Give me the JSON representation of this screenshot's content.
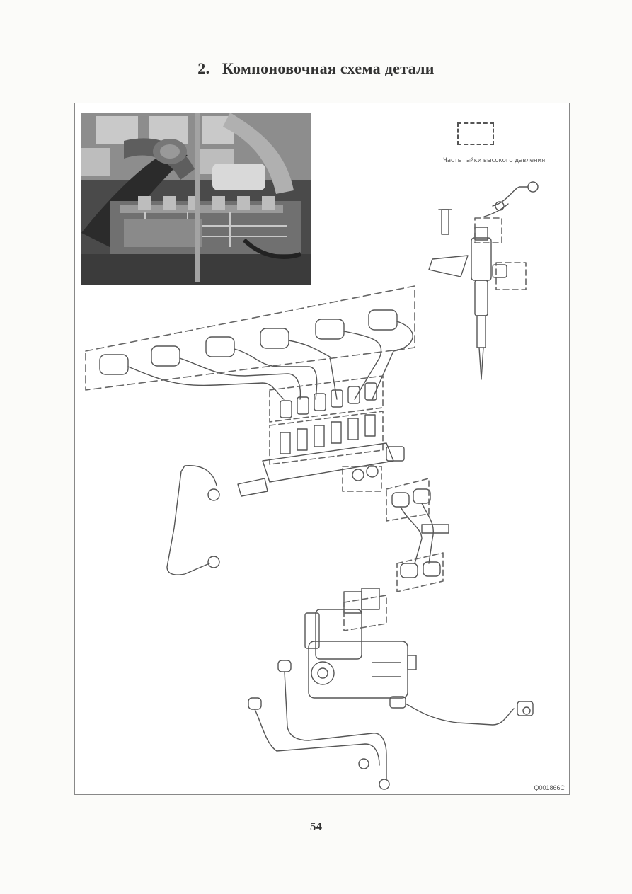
{
  "page": {
    "section_number": "2.",
    "section_title": "Компоновочная схема детали",
    "page_number": "54"
  },
  "figure": {
    "legend_label": "Часть гайки высокого давления",
    "figure_code": "Q001866C",
    "photo_description_icon": "engine-photo",
    "colors": {
      "line": "#555555",
      "dashed": "#666666",
      "photo_dark": "#3a3a3a"
    }
  }
}
